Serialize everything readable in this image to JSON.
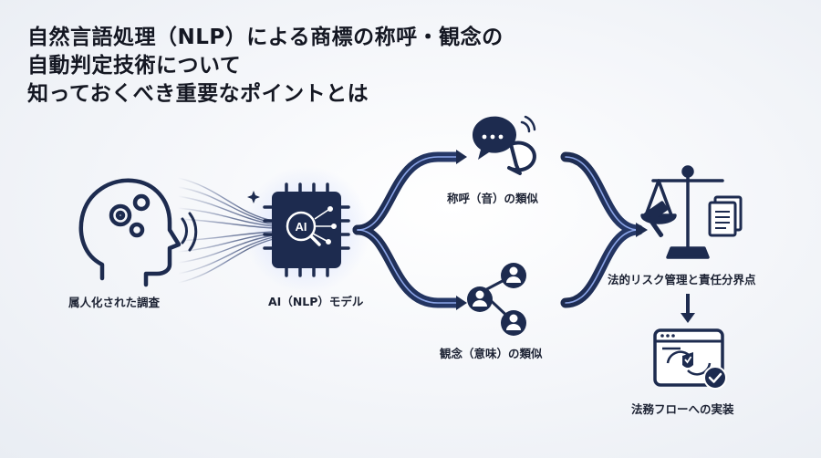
{
  "title": {
    "line1": "自然言語処理（NLP）による商標の称呼・観念の",
    "line2": "自動判定技術について",
    "line3": "知っておくべき重要なポイントとは"
  },
  "nodes": {
    "human": "属人化された調査",
    "ai": "AI（NLP）モデル",
    "ai_chip_text": "AI",
    "sound": "称呼（音）の類似",
    "meaning": "観念（意味）の類似",
    "legal": "法的リスク管理と責任分界点",
    "workflow": "法務フローへの実装"
  },
  "colors": {
    "navy": "#1d2b4f",
    "accent": "#3a62c8",
    "glow": "#9db8ff"
  }
}
